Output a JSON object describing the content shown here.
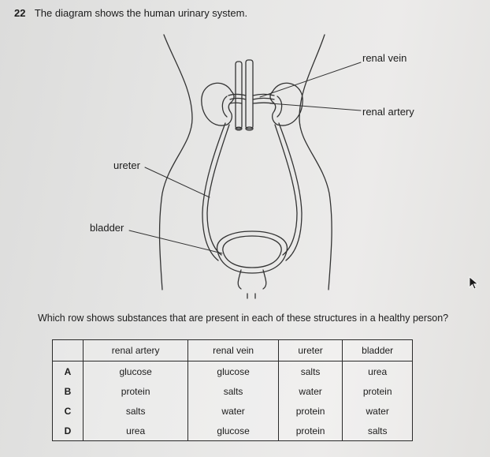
{
  "question": {
    "number": "22",
    "title": "The diagram shows the human urinary system.",
    "prompt": "Which row shows substances that are present in each of these structures in a healthy person?"
  },
  "diagram": {
    "labels": {
      "renal_vein": "renal vein",
      "renal_artery": "renal artery",
      "ureter": "ureter",
      "bladder": "bladder"
    }
  },
  "table": {
    "headers": [
      "",
      "renal artery",
      "renal vein",
      "ureter",
      "bladder"
    ],
    "rows": [
      {
        "letter": "A",
        "cells": [
          "glucose",
          "glucose",
          "salts",
          "urea"
        ]
      },
      {
        "letter": "B",
        "cells": [
          "protein",
          "salts",
          "water",
          "protein"
        ]
      },
      {
        "letter": "C",
        "cells": [
          "salts",
          "water",
          "protein",
          "water"
        ]
      },
      {
        "letter": "D",
        "cells": [
          "urea",
          "glucose",
          "protein",
          "salts"
        ]
      }
    ]
  }
}
